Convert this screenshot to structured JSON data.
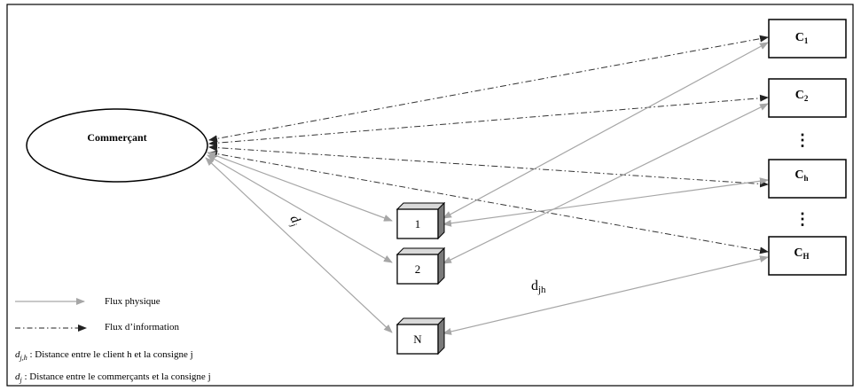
{
  "merchant": {
    "label": "Commerçant"
  },
  "clients": [
    {
      "letter": "C",
      "sub": "1"
    },
    {
      "letter": "C",
      "sub": "2"
    },
    {
      "letter": "C",
      "sub": "h"
    },
    {
      "letter": "C",
      "sub": "H"
    }
  ],
  "ellipsis": [
    "⋮",
    "⋮"
  ],
  "lockers": [
    {
      "label": "1"
    },
    {
      "label": "2"
    },
    {
      "label": "N"
    }
  ],
  "distance_labels": {
    "dj": {
      "base": "d",
      "sub": "j"
    },
    "djh": {
      "base": "d",
      "sub": "jh"
    }
  },
  "legend": {
    "physical": "Flux physique",
    "information": "Flux d’information",
    "djh_symbol": {
      "base": "d",
      "sub": "j,h"
    },
    "djh_text": " : Distance entre le client h et la consigne j",
    "dj_symbol": {
      "base": "d",
      "sub": "j"
    },
    "dj_text": " : Distance entre le commerçants et la consigne j"
  },
  "colors": {
    "physical_flow": "#a6a6a6",
    "information_flow": "#333333",
    "stroke": "#000000",
    "box_side": "#7a7a7a",
    "box_top": "#d9d9d9"
  }
}
